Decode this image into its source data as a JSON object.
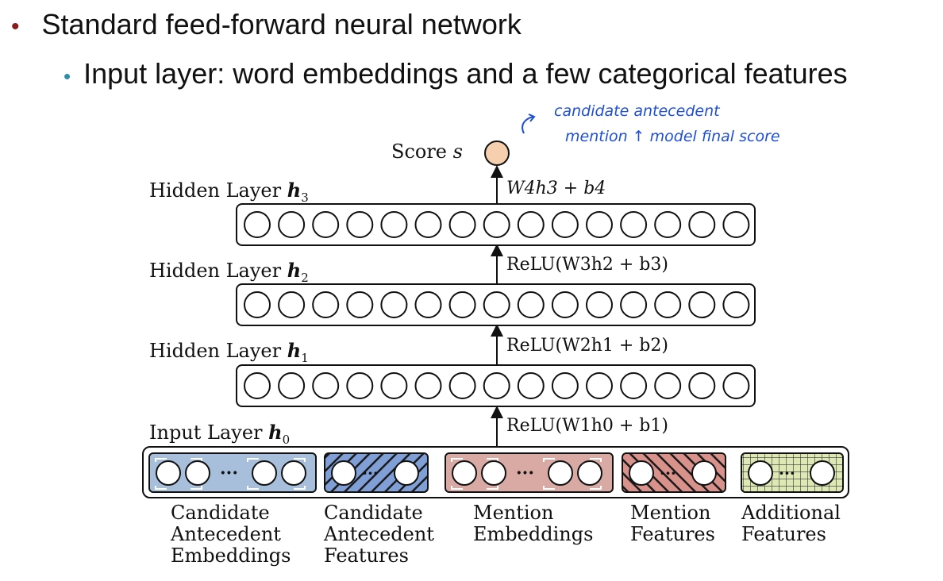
{
  "bullets": {
    "level1": "Standard feed-forward neural network",
    "level2": "Input layer: word embeddings and a few categorical features"
  },
  "annotation": {
    "line1": "candidate antecedent",
    "line2": "mention ↑ model final score"
  },
  "diagram": {
    "score_label": "Score",
    "score_var": "s",
    "layers": [
      {
        "label": "Hidden Layer",
        "var": "h",
        "sub": "3",
        "transform": "W4h3 + b4"
      },
      {
        "label": "Hidden Layer",
        "var": "h",
        "sub": "2",
        "transform": "ReLU(W3h2 + b3)"
      },
      {
        "label": "Hidden Layer",
        "var": "h",
        "sub": "1",
        "transform": "ReLU(W2h1 + b2)"
      },
      {
        "label": "Input Layer",
        "var": "h",
        "sub": "0",
        "transform": "ReLU(W1h0 + b1)"
      }
    ],
    "neurons_per_hidden_layer": 15,
    "ellipsis": "···",
    "input_groups": [
      {
        "label_lines": [
          "Candidate",
          "Antecedent",
          "Embeddings"
        ],
        "fill": "#a8bfdc",
        "pattern": "solid"
      },
      {
        "label_lines": [
          "Candidate",
          "Antecedent",
          "Features"
        ],
        "fill": "#7f9fd6",
        "pattern": "hatch"
      },
      {
        "label_lines": [
          "Mention",
          "Embeddings"
        ],
        "fill": "#d9a9a4",
        "pattern": "solid"
      },
      {
        "label_lines": [
          "Mention",
          "Features"
        ],
        "fill": "#d9928b",
        "pattern": "hatch"
      },
      {
        "label_lines": [
          "Additional",
          "Features"
        ],
        "fill": "#dde8b4",
        "pattern": "grid"
      }
    ],
    "colors": {
      "score_node": "#f5cfae",
      "annotation_ink": "#1f4fd6",
      "bullet1": "#8b1a1a",
      "bullet2": "#2e8fa8"
    }
  }
}
